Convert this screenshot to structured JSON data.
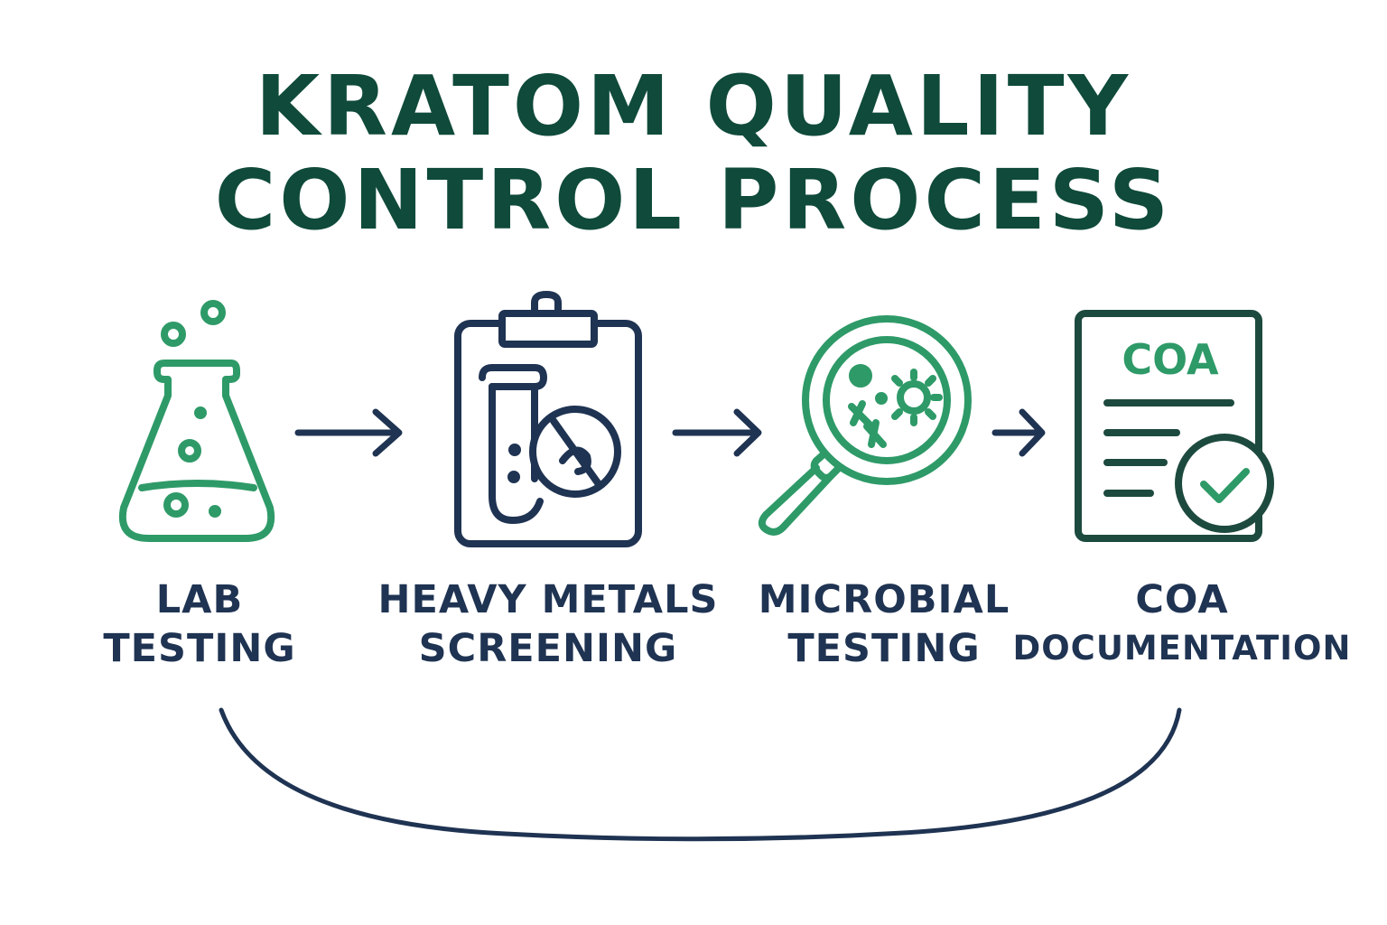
{
  "title": {
    "line1": "KRATOM QUALITY",
    "line2": "CONTROL PROCESS"
  },
  "colors": {
    "title": "#0f4a3a",
    "green": "#2e9a68",
    "navy": "#1f3352",
    "dark_green": "#1d4a3e"
  },
  "steps": [
    {
      "icon": "flask-icon",
      "line1": "LAB",
      "line2": "TESTING"
    },
    {
      "icon": "clipboard-test-tube-icon",
      "line1": "HEAVY METALS",
      "line2": "SCREENING"
    },
    {
      "icon": "magnifier-microbe-icon",
      "line1": "MICROBIAL",
      "line2": "TESTING"
    },
    {
      "icon": "coa-document-icon",
      "line1": "COA",
      "line2": "DOCUMENTATION"
    }
  ],
  "coa_icon_text": "COA"
}
